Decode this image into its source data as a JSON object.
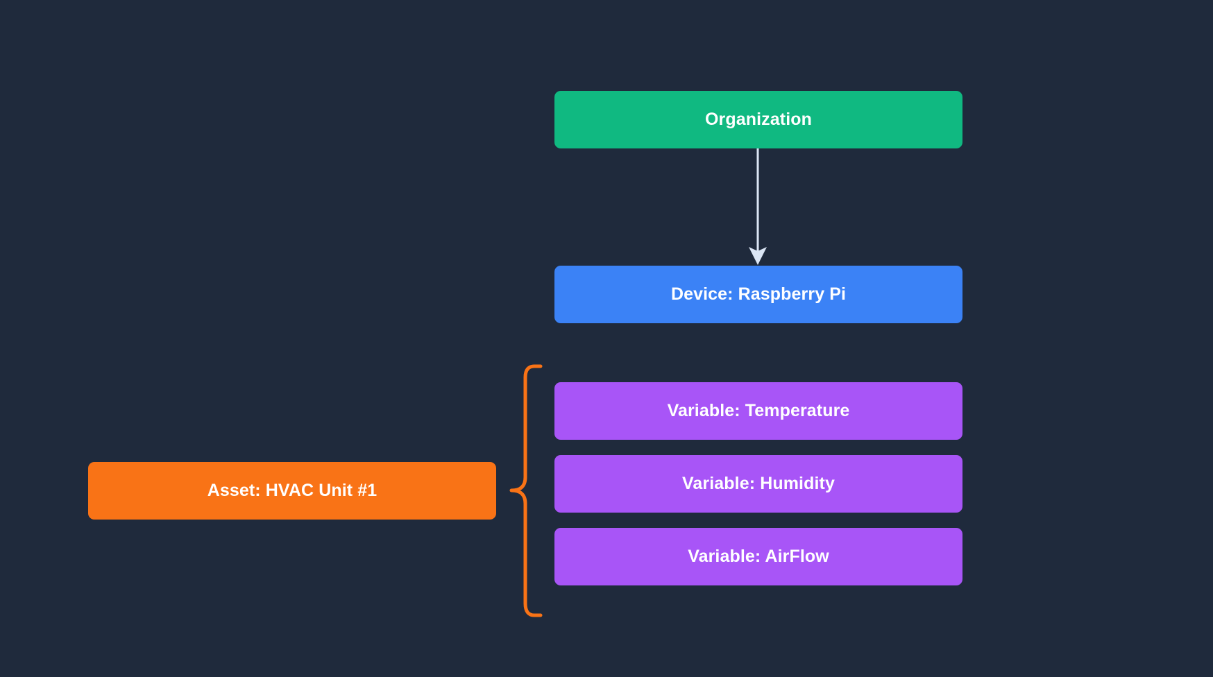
{
  "nodes": {
    "organization": {
      "label": "Organization",
      "color": "#10b981"
    },
    "device": {
      "label": "Device: Raspberry Pi",
      "color": "#3b82f6"
    },
    "variables": [
      {
        "label": "Variable: Temperature",
        "color": "#a855f7"
      },
      {
        "label": "Variable: Humidity",
        "color": "#a855f7"
      },
      {
        "label": "Variable: AirFlow",
        "color": "#a855f7"
      }
    ],
    "asset": {
      "label": "Asset: HVAC Unit #1",
      "color": "#f97316"
    }
  },
  "connectors": {
    "arrow_color": "#dbe6f5",
    "bracket_color": "#f97316"
  },
  "background_color": "#1f2a3c"
}
